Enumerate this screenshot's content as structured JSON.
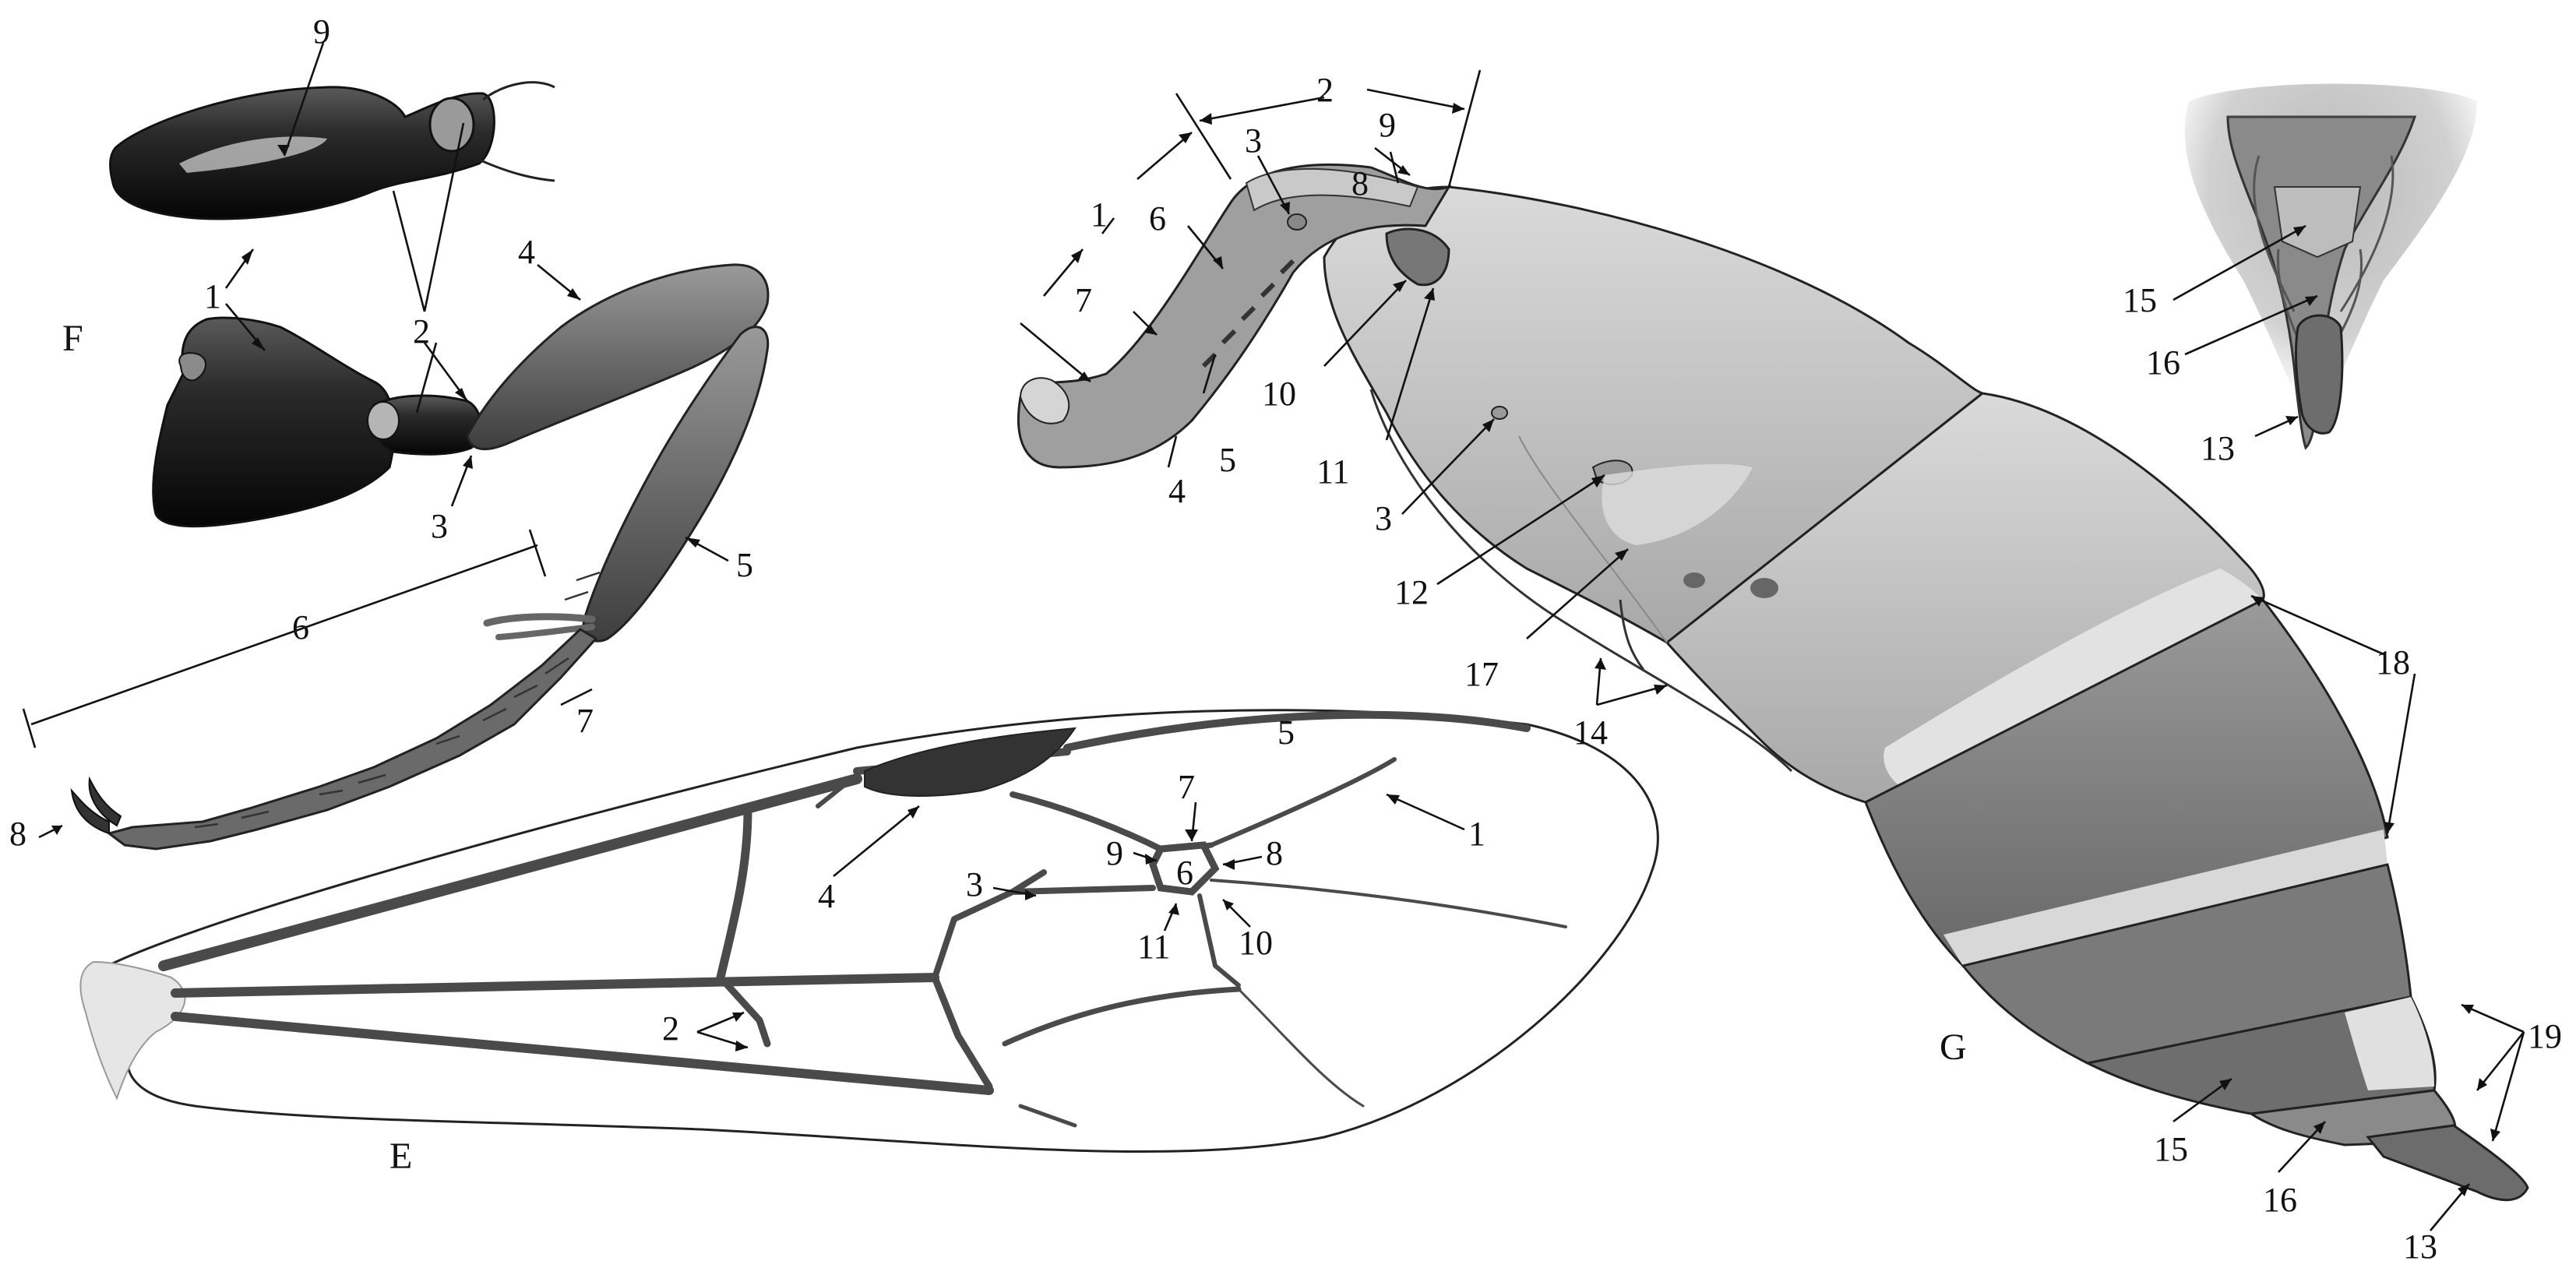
{
  "panels": {
    "F": {
      "label": "F"
    },
    "E": {
      "label": "E"
    },
    "G": {
      "label": "G"
    }
  },
  "labels": {
    "F": [
      "9",
      "1",
      "2",
      "2",
      "3",
      "4",
      "5",
      "6",
      "7",
      "8"
    ],
    "E": [
      "5",
      "7",
      "9",
      "6",
      "8",
      "1",
      "4",
      "3",
      "11",
      "10",
      "2"
    ],
    "G": [
      "2",
      "1",
      "3",
      "9",
      "8",
      "6",
      "7",
      "10",
      "11",
      "5",
      "4",
      "3",
      "12",
      "17",
      "14",
      "18",
      "18",
      "19",
      "15",
      "16",
      "13"
    ],
    "G_inset": [
      "15",
      "16",
      "13"
    ]
  },
  "colors": {
    "ink": "#111111",
    "leg_dark": "#1c1c1c",
    "leg_mid": "#6a6a6a",
    "vein": "#4a4a4a",
    "abdomen_light": "#c4c4c4",
    "abdomen_mid": "#a3a3a3",
    "abdomen_dark": "#7d7d7d",
    "band": "#e2e2e2"
  }
}
